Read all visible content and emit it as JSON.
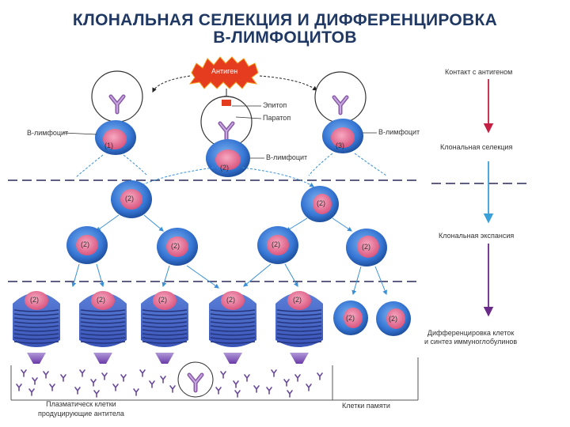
{
  "title": {
    "line1": "КЛОНАЛЬНАЯ СЕЛЕКЦИЯ И ДИФФЕРЕНЦИРОВКА",
    "line2": "В-ЛИМФОЦИТОВ"
  },
  "labels": {
    "antigen": "Антиген",
    "epitope": "Эпитоп",
    "paratope": "Паратоп",
    "b_lymph_left": "В-лимфоцит",
    "b_lymph_center": "В-лимфоцит",
    "b_lymph_right": "В-лимфоцит",
    "plasma_cells": "Плазматическ клетки\nпродуцирующие антитела",
    "memory_cells": "Клетки памяти"
  },
  "stages": {
    "contact": "Контакт с антигеном",
    "selection": "Клональная селекция",
    "expansion": "Клональная экспансия",
    "differentiation": "Дифференцировка клеток\nи синтез иммуноглобулинов"
  },
  "cell_numbers": {
    "c1": "(1)",
    "c2": "(2)",
    "c3": "(3)"
  },
  "colors": {
    "title": "#1f3864",
    "cell_blue": "#3d7fd8",
    "nucleus_pink": "#e8729a",
    "antibody_purple": "#8a5aa8",
    "arrow_blue": "#3a90d8",
    "arrow_purple": "#7a3a9a",
    "arrow_red": "#c42044",
    "antigen_red": "#e53b1f"
  }
}
